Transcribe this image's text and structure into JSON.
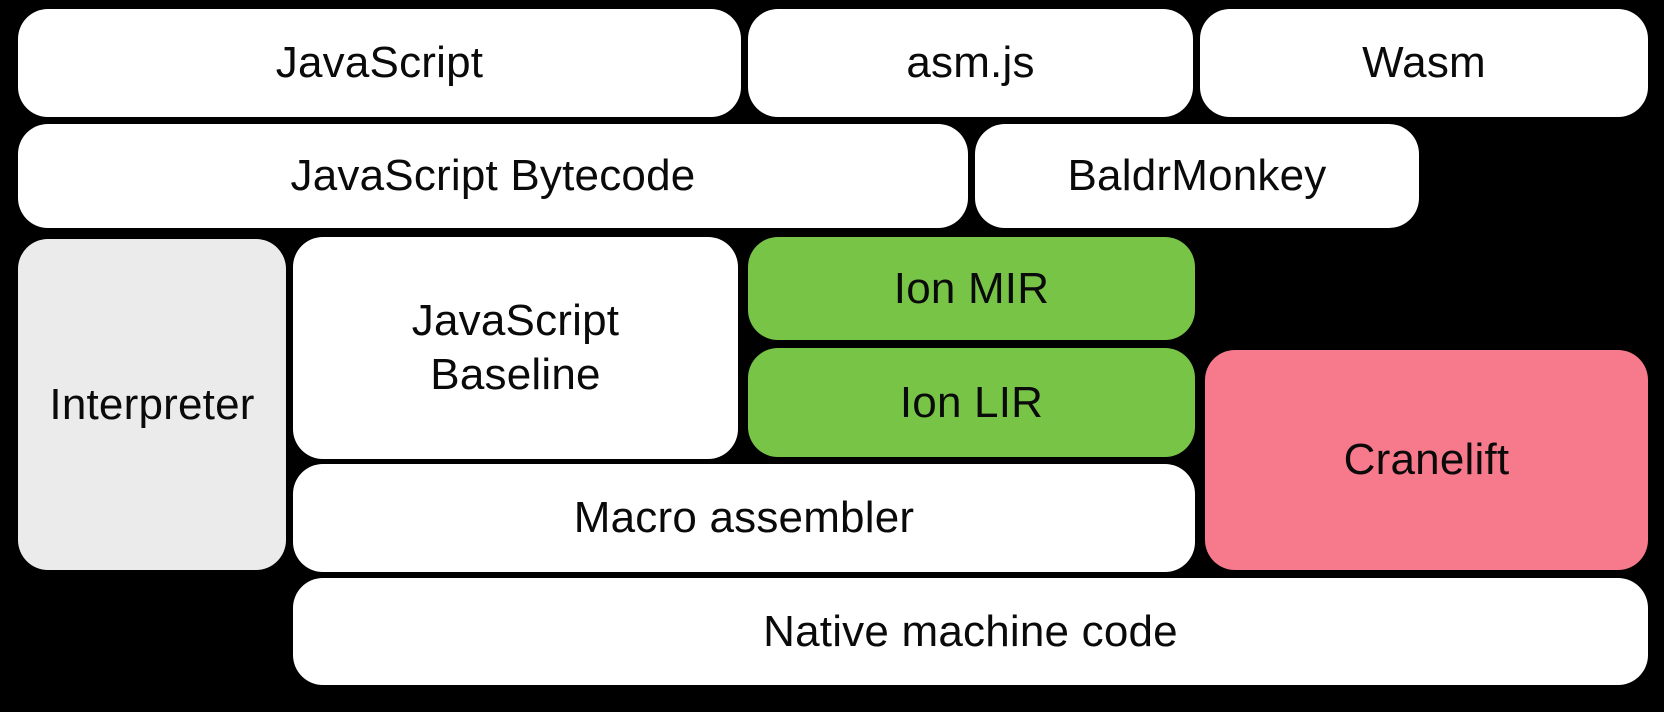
{
  "diagram": {
    "background_color": "#000000",
    "text_color": "#0a0a0a",
    "colors": {
      "white_box": "#ffffff",
      "grey_box": "#ebebeb",
      "green_box": "#77c447",
      "pink_box": "#f7798c"
    },
    "boxes": {
      "javascript": {
        "label": "JavaScript",
        "color": "#ffffff"
      },
      "asmjs": {
        "label": "asm.js",
        "color": "#ffffff"
      },
      "wasm": {
        "label": "Wasm",
        "color": "#ffffff"
      },
      "bytecode": {
        "label": "JavaScript Bytecode",
        "color": "#ffffff"
      },
      "baldrmonkey": {
        "label": "BaldrMonkey",
        "color": "#ffffff"
      },
      "interpreter": {
        "label": "Interpreter",
        "color": "#ebebeb"
      },
      "baseline": {
        "label": "JavaScript Baseline",
        "lines": [
          "JavaScript",
          "Baseline"
        ],
        "color": "#ffffff"
      },
      "ion_mir": {
        "label": "Ion MIR",
        "color": "#77c447"
      },
      "ion_lir": {
        "label": "Ion LIR",
        "color": "#77c447"
      },
      "cranelift": {
        "label": "Cranelift",
        "color": "#f7798c"
      },
      "macro_assembler": {
        "label": "Macro assembler",
        "color": "#ffffff"
      },
      "native_code": {
        "label": "Native machine code",
        "color": "#ffffff"
      }
    }
  }
}
